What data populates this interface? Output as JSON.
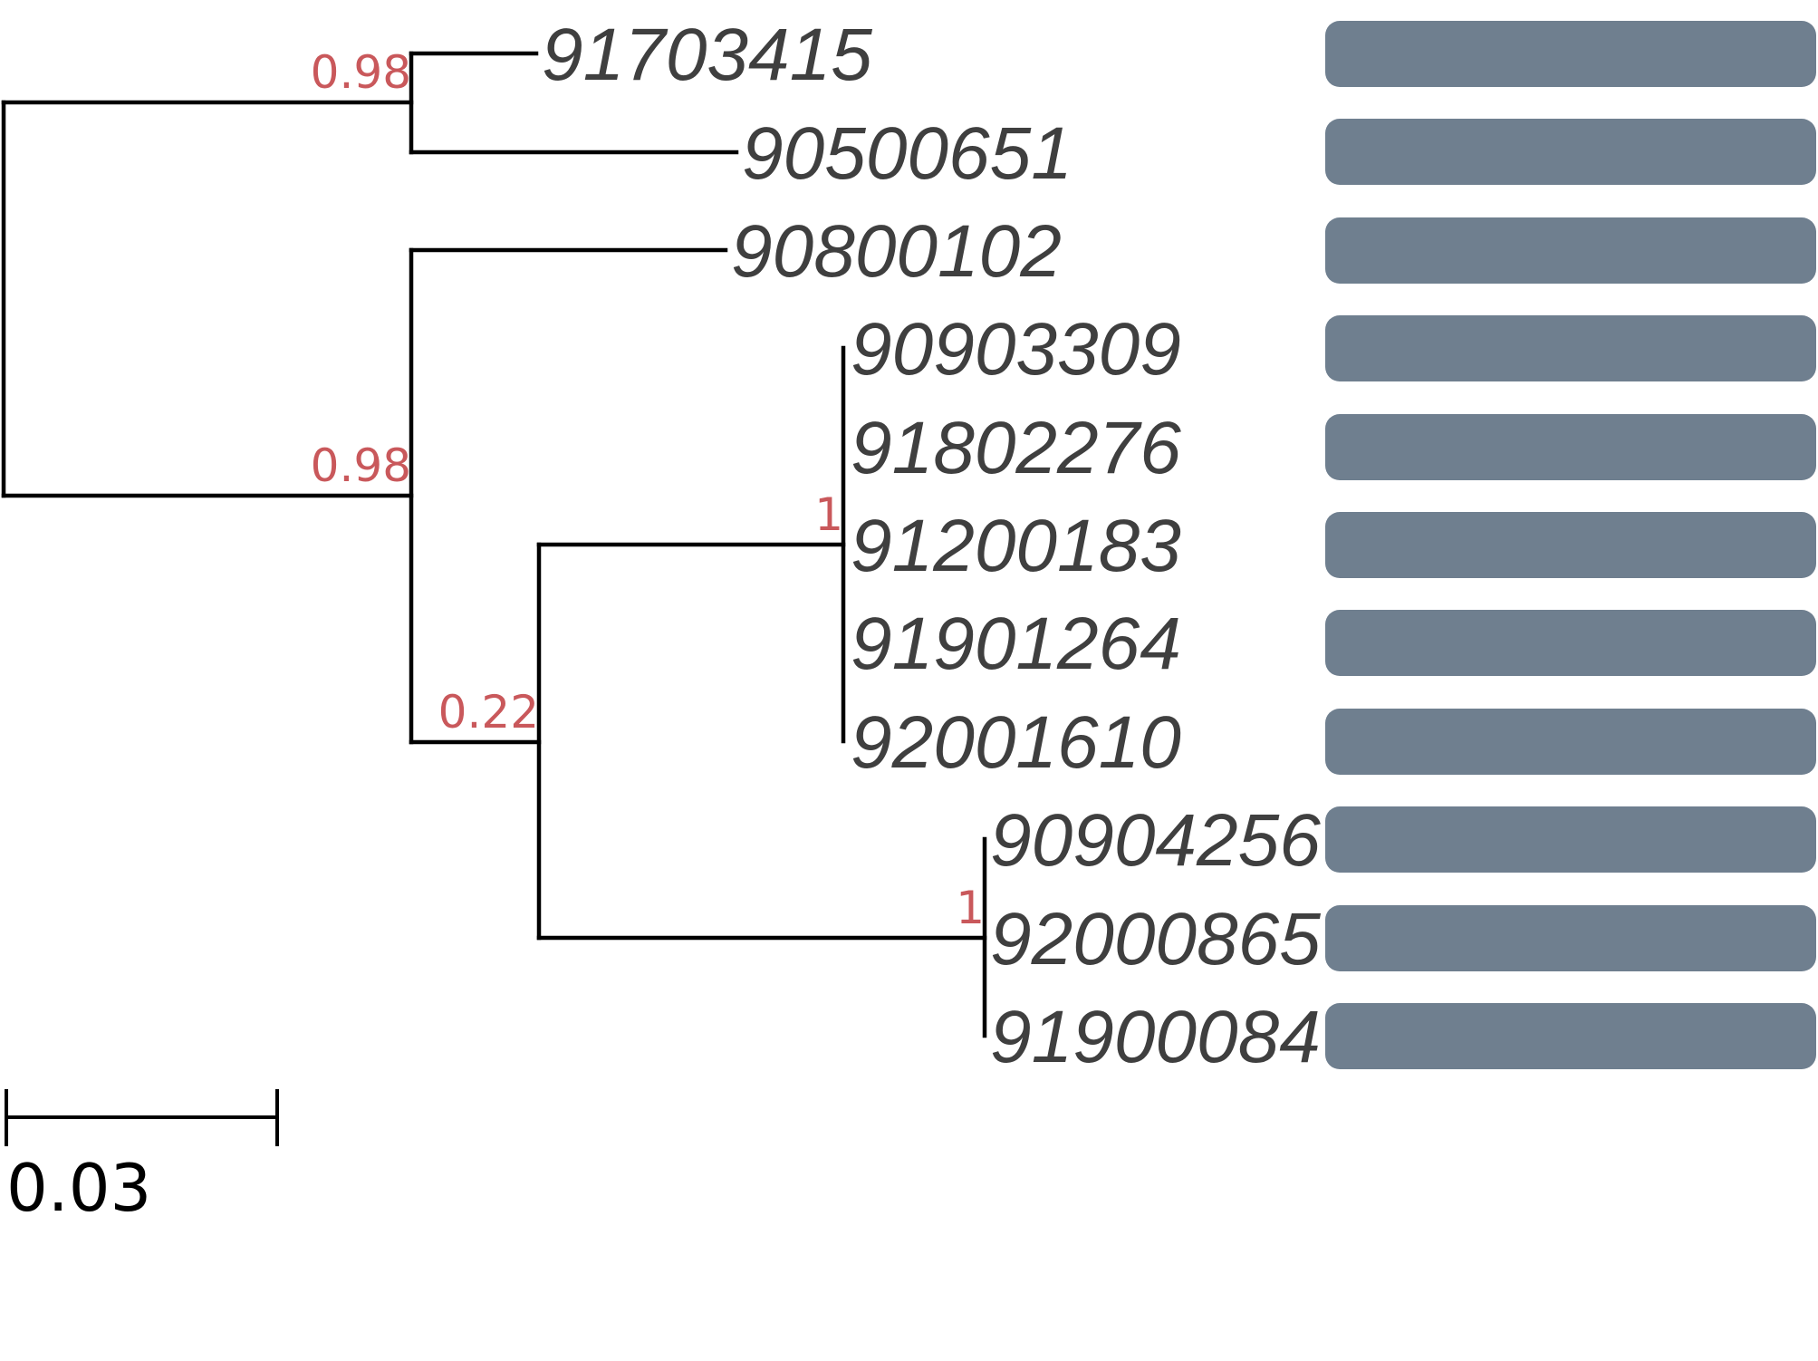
{
  "tree": {
    "leaves": [
      {
        "label": "91703415"
      },
      {
        "label": "90500651"
      },
      {
        "label": "90800102"
      },
      {
        "label": "90903309"
      },
      {
        "label": "91802276"
      },
      {
        "label": "91200183"
      },
      {
        "label": "91901264"
      },
      {
        "label": "92001610"
      },
      {
        "label": "90904256"
      },
      {
        "label": "92000865"
      },
      {
        "label": "91900084"
      }
    ],
    "support_values": [
      {
        "label": "0.98"
      },
      {
        "label": "0.98"
      },
      {
        "label": "0.22"
      },
      {
        "label": "1"
      },
      {
        "label": "1"
      }
    ],
    "scale_bar": {
      "label": "0.03",
      "length": 0.03
    },
    "colors": {
      "branch": "#000000",
      "leaf_label": "#3f3f3f",
      "support_label": "#c9585b",
      "leaf_bar": "#6f7f8f"
    }
  }
}
